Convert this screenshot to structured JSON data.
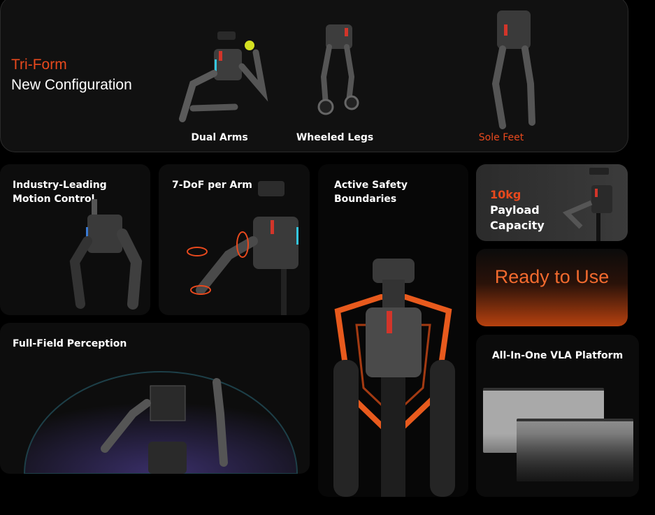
{
  "hero": {
    "title_accent": "Tri-Form",
    "title": "New Configuration",
    "forms": [
      {
        "label": "Dual Arms"
      },
      {
        "label": "Wheeled Legs"
      },
      {
        "label": "Sole Feet"
      }
    ]
  },
  "cards": {
    "motion": "Industry-Leading Motion Control",
    "dof": "7-DoF per Arm",
    "perception": "Full-Field Perception",
    "safety": "Active Safety Boundaries",
    "payload_accent": "10kg",
    "payload": "Payload Capacity",
    "ready": "Ready to Use",
    "vla": "All-In-One VLA Platform"
  },
  "colors": {
    "accent": "#e8491d",
    "ready_text": "#f26a2e"
  }
}
